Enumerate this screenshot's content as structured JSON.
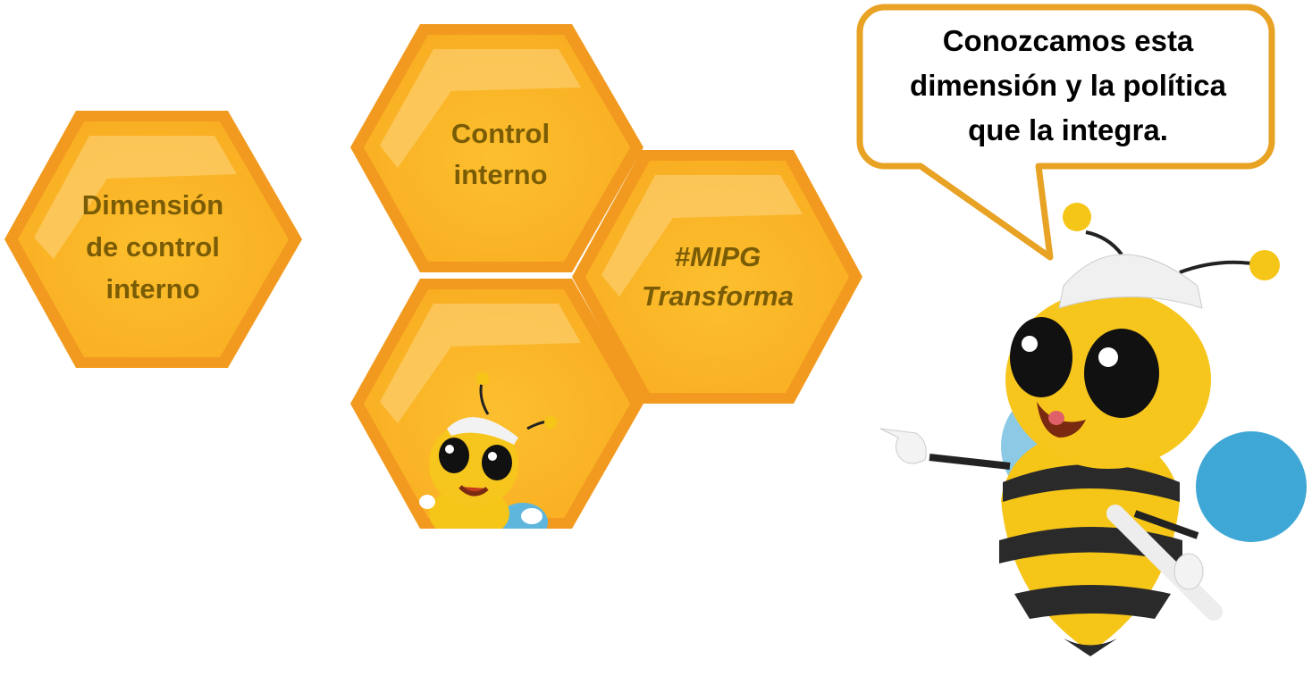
{
  "hexagons": [
    {
      "id": "dimension",
      "lines": [
        "Dimensión",
        "de control",
        "interno"
      ]
    },
    {
      "id": "control",
      "lines": [
        "Control",
        "interno"
      ]
    },
    {
      "id": "hashtag",
      "lines": [
        "#MIPG",
        "Transforma"
      ]
    },
    {
      "id": "bee-hex",
      "lines": []
    }
  ],
  "speech_bubble": {
    "lines": [
      "Conozcamos esta",
      "dimensión y la política",
      "que la integra."
    ]
  },
  "colors": {
    "hex_border": "#f29a1f",
    "hex_fill": "#fbb829",
    "hex_text": "#7a5c06",
    "bubble_border": "#e8a224"
  }
}
